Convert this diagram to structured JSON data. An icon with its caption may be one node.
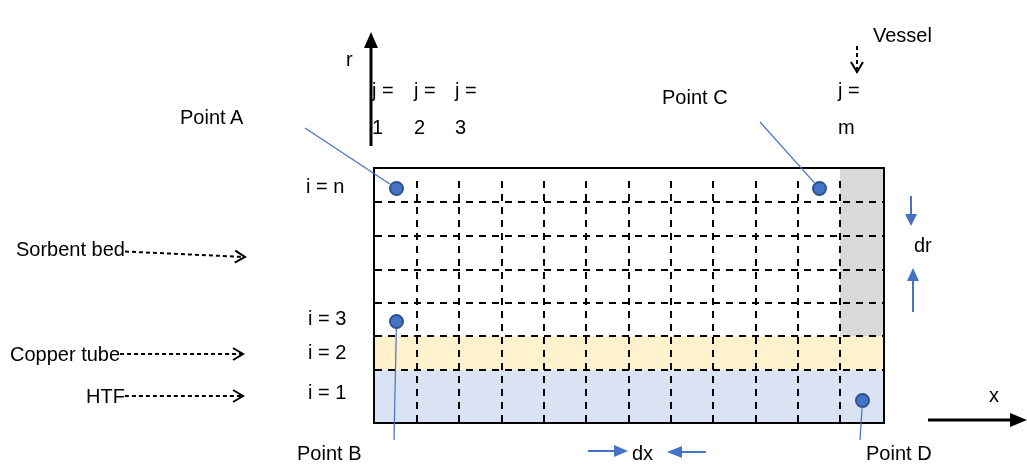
{
  "diagram": {
    "nodes": [
      {
        "text": [
          "Sorbent bed"
        ]
      },
      {
        "text": [
          "Copper tube"
        ]
      },
      {
        "text": [
          "HTF"
        ]
      },
      {
        "text": [
          "Vessel"
        ]
      },
      {
        "text": [
          "Point A"
        ]
      },
      {
        "text": [
          "Point B"
        ]
      },
      {
        "text": [
          "Point C"
        ]
      },
      {
        "text": [
          "Point D"
        ]
      },
      {
        "text": [],
        "shape": "box"
      },
      {
        "text": [],
        "shape": "circle",
        "in": 8
      },
      {
        "text": [],
        "shape": "circle",
        "in": 8
      },
      {
        "text": [],
        "shape": "circle",
        "in": 8
      },
      {
        "text": [],
        "shape": "circle",
        "in": 8
      },
      {
        "text": [
          "j = m"
        ]
      }
    ],
    "edges": [
      {
        "from": 4,
        "to": 9,
        "arrow": "none",
        "color": "#4472c4"
      },
      {
        "from": 6,
        "to": 10,
        "arrow": "none",
        "color": "#4472c4"
      },
      {
        "from": 5,
        "to": 11,
        "arrow": "none",
        "color": "#4472c4"
      },
      {
        "from": 7,
        "to": 12,
        "arrow": "none",
        "color": "#4472c4"
      },
      {
        "from": 0,
        "to": null,
        "arrow": "to",
        "style": "dashed",
        "color": "#000000"
      },
      {
        "from": 1,
        "to": null,
        "arrow": "to",
        "style": "dashed",
        "color": "#000000"
      },
      {
        "from": 2,
        "to": null,
        "arrow": "to",
        "style": "dashed",
        "color": "#000000"
      },
      {
        "from": 3,
        "to": 13,
        "arrow": "to",
        "style": "dashed",
        "color": "#000000"
      }
    ],
    "labels": [
      "r",
      "j = 1",
      "j = 2",
      "j = 3",
      "i = n",
      "i = 3",
      "i = 2",
      "i = 1",
      "dr",
      "dx",
      "x"
    ]
  }
}
